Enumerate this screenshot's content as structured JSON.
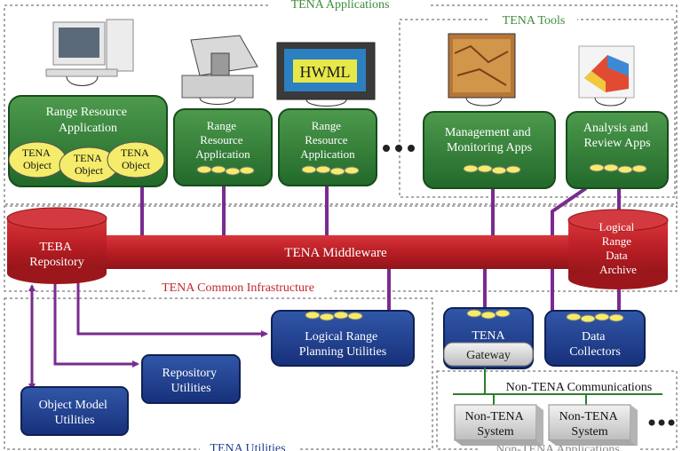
{
  "groups": {
    "applications": "TENA Applications",
    "tools": "TENA Tools",
    "infrastructure": "TENA Common Infrastructure",
    "utilities": "TENA Utilities",
    "non_tena_applications": "Non-TENA Applications"
  },
  "apps": {
    "rra_main": [
      "Range Resource",
      "Application"
    ],
    "rra_2": [
      "Range",
      "Resource",
      "Application"
    ],
    "rra_3": [
      "Range",
      "Resource",
      "Application"
    ],
    "mgmt": [
      "Management and",
      "Monitoring Apps"
    ],
    "analysis": [
      "Analysis and",
      "Review Apps"
    ],
    "objects": [
      [
        "TENA",
        "Object"
      ],
      [
        "TENA",
        "Object"
      ],
      [
        "TENA",
        "Object"
      ]
    ]
  },
  "hwml_label": "HWML",
  "infra": {
    "repository": [
      "TEBA",
      "Repository"
    ],
    "middleware": "TENA Middleware",
    "archive": [
      "Logical",
      "Range",
      "Data",
      "Archive"
    ]
  },
  "utilities": {
    "planning": [
      "Logical Range",
      "Planning Utilities"
    ],
    "repo_utils": [
      "Repository",
      "Utilities"
    ],
    "object_model": [
      "Object Model",
      "Utilities"
    ],
    "gateway_title": "TENA",
    "gateway_sub": "Gateway",
    "collectors": [
      "Data",
      "Collectors"
    ]
  },
  "non_tena": {
    "comms": "Non-TENA Communications",
    "system_1": [
      "Non-TENA",
      "System"
    ],
    "system_2": [
      "Non-TENA",
      "System"
    ]
  },
  "colors": {
    "app_green": "#2e7d2e",
    "util_blue": "#1f3f8f",
    "infra_red": "#b81e24",
    "connector_purple": "#7a2b8f",
    "object_yellow": "#f4ec6a",
    "group_label": "#c0282c",
    "tools_label": "#3c8c3c"
  }
}
